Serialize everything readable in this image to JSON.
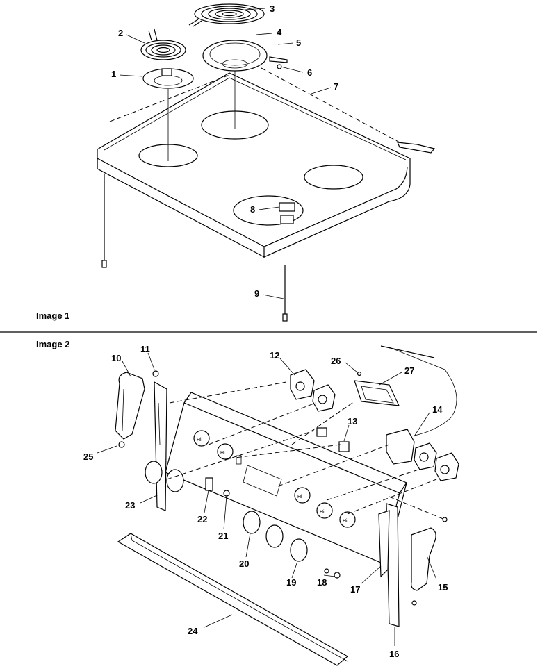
{
  "captions": {
    "image1": "Image 1",
    "image2": "Image 2"
  },
  "parts": [
    "1",
    "2",
    "3",
    "4",
    "5",
    "6",
    "7",
    "8",
    "9",
    "10",
    "11",
    "12",
    "13",
    "14",
    "15",
    "16",
    "17",
    "18",
    "19",
    "20",
    "21",
    "22",
    "23",
    "24",
    "25",
    "26",
    "27"
  ],
  "knob_text": [
    "Hi",
    "Hi",
    "Hi",
    "Hi",
    "Hi"
  ]
}
